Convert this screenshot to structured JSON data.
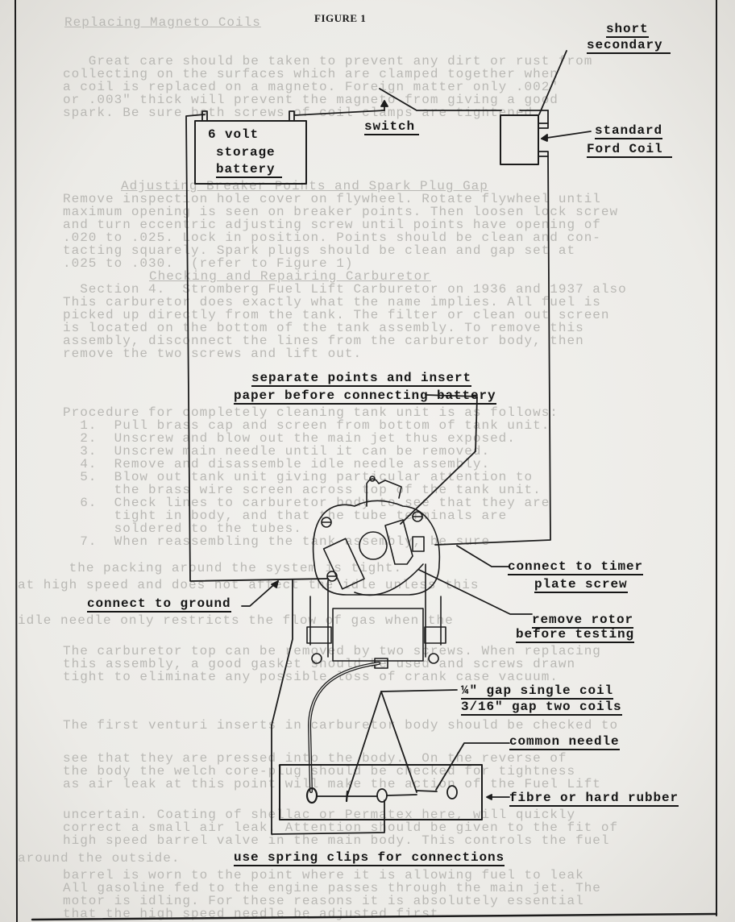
{
  "figure": {
    "title": "FIGURE 1",
    "labels": {
      "short": "short",
      "secondary": "secondary",
      "switch": "switch",
      "standard": "standard",
      "ford_coil": "Ford Coil",
      "battery_1": "6 volt",
      "battery_2": "storage",
      "battery_3": "battery",
      "separate_1": "separate points and insert",
      "separate_2": "paper before connecting battery",
      "timer_1": "connect to timer",
      "timer_2": "plate screw",
      "ground": "connect to ground",
      "rotor_1": "remove rotor",
      "rotor_2": "before testing",
      "gap_1": "¼\" gap single coil",
      "gap_2": "3/16\" gap two coils",
      "needle": "common needle",
      "fibre": "fibre or hard rubber",
      "clips": "use spring clips  for connections"
    }
  },
  "show_through_text": [
    {
      "text": "Replacing Magneto Coils",
      "heading": true
    },
    {
      "text": "   Great care should be taken to prevent any dirt or rust from"
    },
    {
      "text": "collecting on the surfaces which are clamped together when"
    },
    {
      "text": "a coil is replaced on a magneto. Foreign matter only .002\""
    },
    {
      "text": "or .003\" thick will prevent the magneto from giving a good"
    },
    {
      "text": "spark. Be sure both screws of coil clamps are tightened."
    },
    {
      "text": "Adjusting Breaker Points and Spark Plug Gap",
      "heading": true
    },
    {
      "text": "Remove inspection hole cover on flywheel. Rotate flywheel until"
    },
    {
      "text": "maximum opening is seen on breaker points. Then loosen lock screw"
    },
    {
      "text": "and turn eccentric adjusting screw until points have opening of"
    },
    {
      "text": ".020 to .025. Lock in position. Points should be clean and con-"
    },
    {
      "text": "tacting squarely. Spark plugs should be clean and gap set at"
    },
    {
      "text": ".025 to .030.  (refer to Figure 1)"
    },
    {
      "text": "Checking and Repairing Carburetor",
      "heading": true
    },
    {
      "text": "  Section 4.  Stromberg Fuel Lift Carburetor on 1936 and 1937 also"
    },
    {
      "text": "This carburetor does exactly what the name implies. All fuel is"
    },
    {
      "text": "picked up directly from the tank. The filter or clean out screen"
    },
    {
      "text": "is located on the bottom of the tank assembly. To remove this"
    },
    {
      "text": "assembly, disconnect the lines from the carburetor body, then"
    },
    {
      "text": "remove the two screws and lift out."
    },
    {
      "text": "Procedure for completely cleaning tank unit is as follows:"
    },
    {
      "text": "  1.  Pull brass cap and screen from bottom of tank unit."
    },
    {
      "text": "  2.  Unscrew and blow out the main jet thus exposed."
    },
    {
      "text": "  3.  Unscrew main needle until it can be removed."
    },
    {
      "text": "  4.  Remove and disassemble idle needle assembly."
    },
    {
      "text": "  5.  Blow out tank unit giving particular attention to"
    },
    {
      "text": "      the brass wire screen across top of the tank unit."
    },
    {
      "text": "  6.  Check lines to carburetor body to see that they are"
    },
    {
      "text": "      tight in body, and that the tube terminals are"
    },
    {
      "text": "      soldered to the tubes."
    },
    {
      "text": "  7.  When reassembling the tank assembly, be sure"
    },
    {
      "text": "      the packing around the system is tight."
    },
    {
      "text": "The carburetor top can be removed by two screws. When replacing"
    },
    {
      "text": "this assembly, a good gasket should be used and screws drawn"
    },
    {
      "text": "tight to eliminate any possible loss of crank case vacuum."
    },
    {
      "text": "The first venturi inserts in carburetor body should be checked to"
    },
    {
      "text": "see that they are pressed into the body.  On the reverse of"
    },
    {
      "text": "the body the welch core-plug should be checked for tightness"
    },
    {
      "text": "as air leak at this point will make the action of the Fuel Lift"
    },
    {
      "text": "uncertain. Coating of shellac or Permatex here, will quickly"
    },
    {
      "text": "correct a small air leak. Attention should be given to the fit of"
    },
    {
      "text": "high speed barrel valve in the main body. This controls the fuel"
    },
    {
      "text": "at high speed and does not affect the idle unless this"
    },
    {
      "text": "barrel is worn to the point where it is allowing fuel to leak"
    },
    {
      "text": "around the outside."
    },
    {
      "text": "All gasoline fed to the engine passes through the main jet. The"
    },
    {
      "text": "idle needle only restricts the flow of gas when the"
    },
    {
      "text": "motor is idling. For these reasons it is absolutely essential"
    },
    {
      "text": "that the high speed needle be adjusted first."
    }
  ]
}
